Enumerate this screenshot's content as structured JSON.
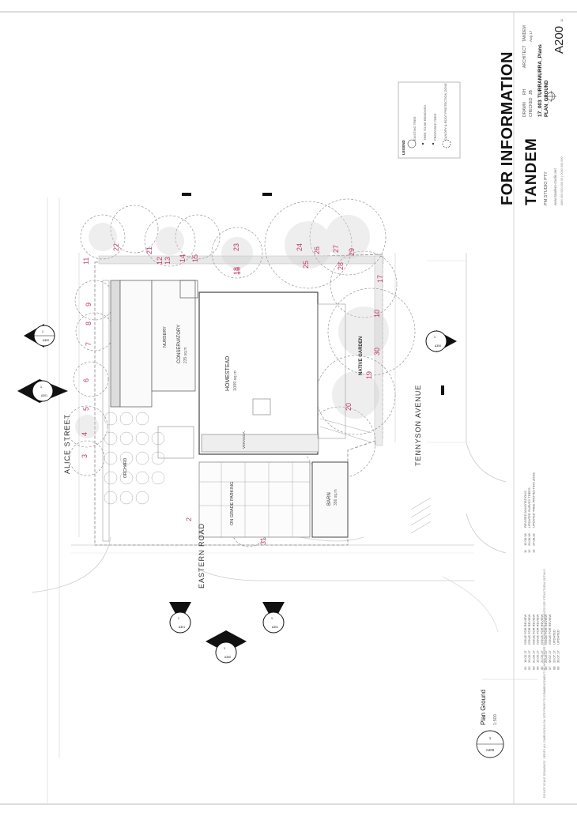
{
  "title_block": {
    "headline": "FOR INFORMATION",
    "company": "TANDEM",
    "company_sub": "PM STUDIO PTY",
    "drawing_title": "TURRAMURRA_Plans",
    "drawing_ref": "17_003",
    "drawing_sub": "PLAN_GROUND",
    "drawing_number": "A200",
    "revision": "11",
    "drawn_label": "DRAWN",
    "drawn_value": "RH",
    "checked_label": "CHECKED",
    "checked_value": "JB",
    "architect_label": "ARCHITECT",
    "architect_value": "TANDEM",
    "date_value": "Aug 17",
    "web": "www.tandem-studio.net",
    "company_info": "ABN 000 000 000 00 | 0000 000 000"
  },
  "legend": {
    "title": "LEGEND",
    "items": [
      {
        "label": "EXISTING TREE"
      },
      {
        "label": "TREE TO BE REMOVED"
      },
      {
        "label": "PROPOSED TREE"
      },
      {
        "label": "CANOPY & ROOT PROTECTION ZONE"
      }
    ]
  },
  "plan": {
    "streets": {
      "alice": "ALICE STREET",
      "tennyson": "TENNYSON AVENUE",
      "eastern": "EASTERN ROAD"
    },
    "rooms": [
      {
        "id": "nursery",
        "label": "NURSERY"
      },
      {
        "id": "conservatory",
        "label": "CONSERVATORY",
        "area": "235 sq.m"
      },
      {
        "id": "homestead",
        "label": "HOMESTEAD",
        "area": "1009 sq.m"
      },
      {
        "id": "barn",
        "label": "BARN",
        "area": "356 sq.m"
      },
      {
        "id": "orchard",
        "label": "ORCHARD"
      },
      {
        "id": "parking",
        "label": "ON GRADE PARKING"
      },
      {
        "id": "native",
        "label": "NATIVE GARDEN"
      },
      {
        "id": "veranda",
        "label": "VERANDA"
      }
    ],
    "tree_numbers": [
      "2",
      "3",
      "4",
      "5",
      "6",
      "7",
      "8",
      "9",
      "10",
      "11",
      "12",
      "13",
      "14",
      "15",
      "16",
      "17",
      "18",
      "19",
      "20",
      "21",
      "22",
      "23",
      "24",
      "25",
      "26",
      "27",
      "28",
      "29",
      "30",
      "31"
    ],
    "section_markers": [
      {
        "num": "1",
        "sheet": "A300"
      },
      {
        "num": "1",
        "sheet": "A301"
      },
      {
        "num": "1",
        "sheet": "A300"
      },
      {
        "num": "1",
        "sheet": "A301"
      },
      {
        "num": "1",
        "sheet": "A300"
      },
      {
        "num": "1",
        "sheet": "A301"
      }
    ],
    "plan_label": {
      "title": "Plan Ground",
      "scale": "1:500",
      "num": "1",
      "sheet": "A200"
    }
  },
  "revisions": [
    {
      "rev": "01",
      "date": "18.05.17",
      "desc": "ISSUE FOR REVIEW"
    },
    {
      "rev": "02",
      "date": "25.05.17",
      "desc": "ISSUE FOR REVIEW"
    },
    {
      "rev": "03",
      "date": "01.06.17",
      "desc": "ISSUE FOR REVIEW"
    },
    {
      "rev": "04",
      "date": "15.06.17",
      "desc": "ISSUE FOR REVIEW"
    },
    {
      "rev": "05",
      "date": "22.06.17",
      "desc": "ISSUE FOR REVIEW"
    },
    {
      "rev": "06",
      "date": "29.06.17",
      "desc": "ISSUE FOR REVIEW"
    },
    {
      "rev": "07",
      "date": "06.07.17",
      "desc": "ISSUE FOR REVIEW"
    },
    {
      "rev": "08",
      "date": "20.07.17",
      "desc": "UPDATED"
    },
    {
      "rev": "09",
      "date": "30.07.17",
      "desc": "UPDATED"
    }
  ],
  "revisions_right": [
    {
      "rev": "11",
      "date": "15.08.18",
      "desc": "REVISED ANNOTATIONS"
    },
    {
      "rev": "12",
      "date": "20.08.18",
      "desc": "UPDATED SURVEY TREES"
    },
    {
      "rev": "13",
      "date": "24.08.18",
      "desc": "UPDATED TREE PROTECTION ZONE"
    }
  ],
  "notes": "DO NOT SCALE DRAWINGS. VERIFY ALL DIMENSIONS ON SITE PRIOR TO COMMENCEMENT OF WORK. REFER TO ENGINEERS DRAWINGS FOR STRUCTURAL DETAILS."
}
